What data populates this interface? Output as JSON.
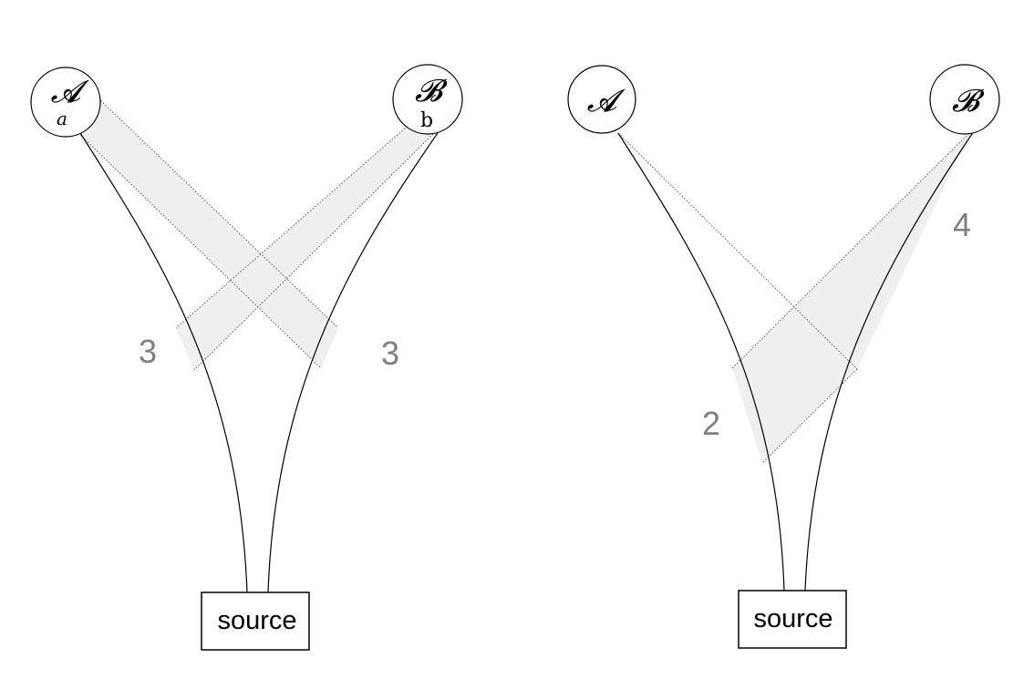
{
  "diagrams": [
    {
      "node_a": {
        "symbol": "𝓐",
        "sub": "a"
      },
      "node_b": {
        "symbol": "𝓑",
        "sub": "b"
      },
      "left_number": "3",
      "right_number": "3",
      "source": "source"
    },
    {
      "node_a": {
        "symbol": "𝓐"
      },
      "node_b": {
        "symbol": "𝓑"
      },
      "left_number": "2",
      "right_number": "4",
      "source": "source"
    }
  ]
}
